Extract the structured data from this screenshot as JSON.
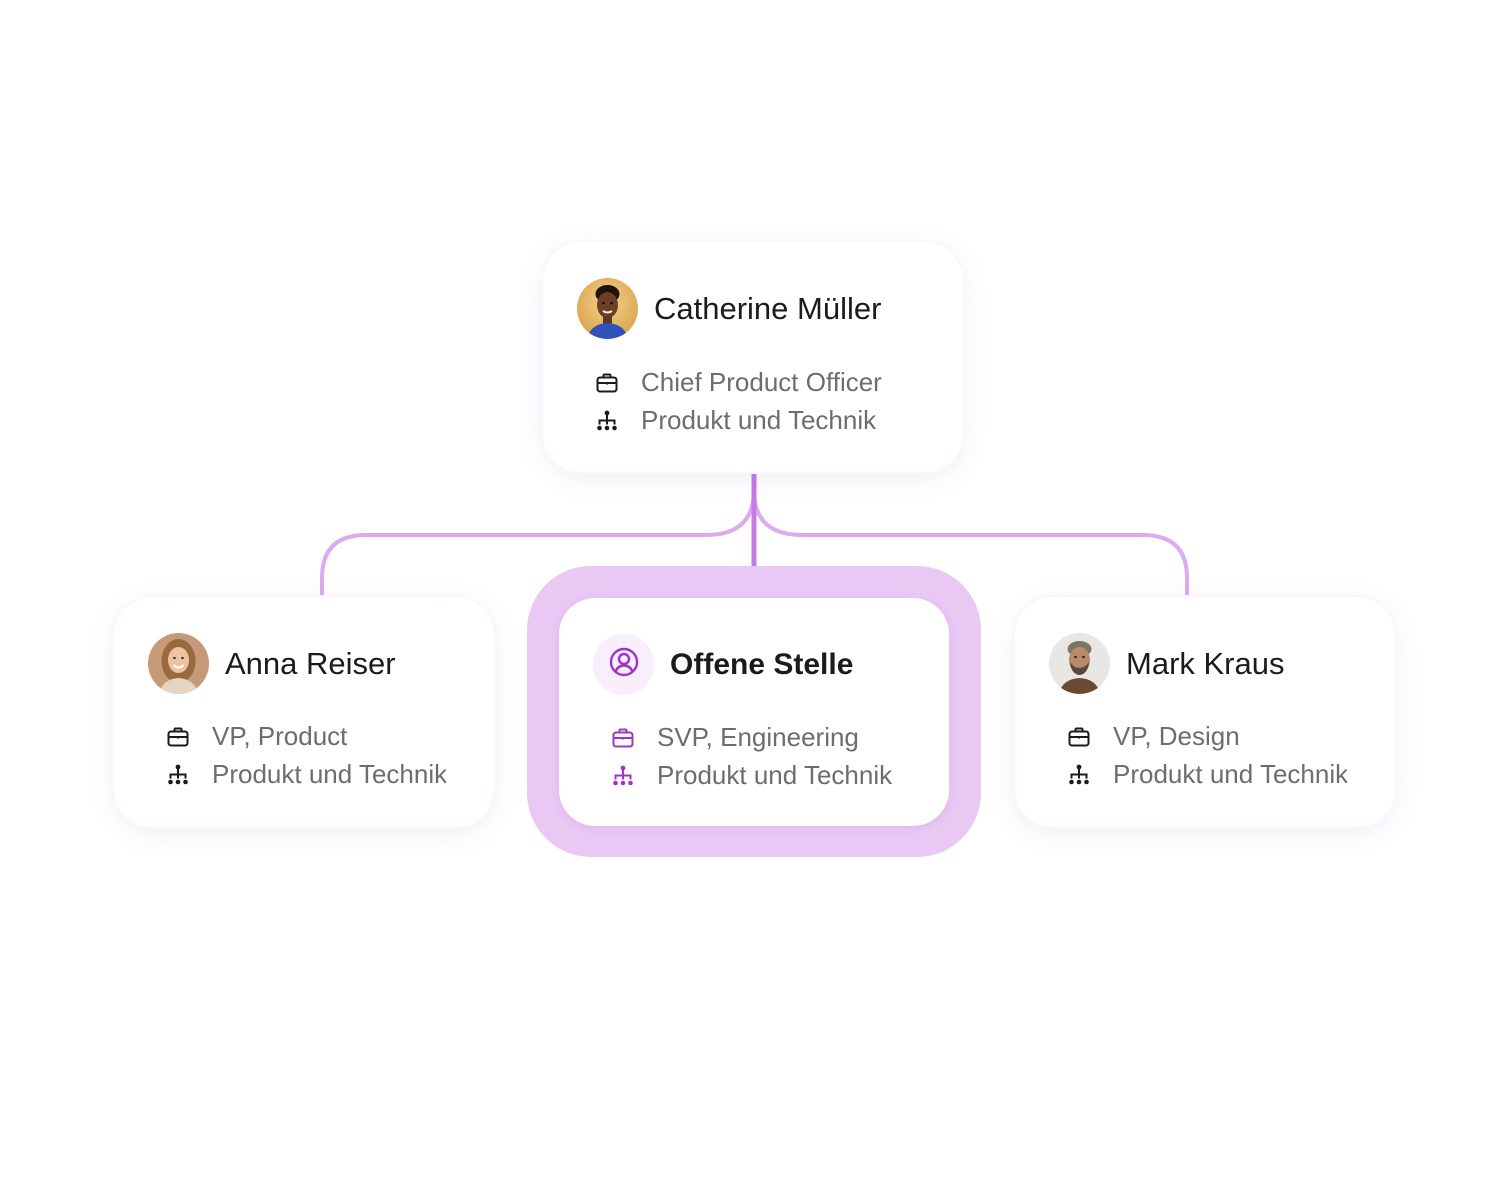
{
  "colors": {
    "accent": "#a034c8",
    "connector": "#dcaaf0",
    "halo": "#e9c9f4",
    "text_primary": "#1b1b1f",
    "text_secondary": "#6c6c72"
  },
  "root": {
    "name": "Catherine Müller",
    "title": "Chief Product Officer",
    "department": "Produkt und Technik",
    "avatar": "avatar-catherine",
    "title_icon": "briefcase-icon",
    "department_icon": "org-chart-icon"
  },
  "reports": [
    {
      "name": "Anna Reiser",
      "title": "VP, Product",
      "department": "Produkt und Technik",
      "avatar": "avatar-anna",
      "title_icon": "briefcase-icon",
      "department_icon": "org-chart-icon"
    },
    {
      "name": "Offene Stelle",
      "title": "SVP, Engineering",
      "department": "Produkt und Technik",
      "avatar": "open-position-icon",
      "title_icon": "briefcase-icon",
      "department_icon": "org-chart-icon",
      "highlighted": true
    },
    {
      "name": "Mark Kraus",
      "title": "VP, Design",
      "department": "Produkt und Technik",
      "avatar": "avatar-mark",
      "title_icon": "briefcase-icon",
      "department_icon": "org-chart-icon"
    }
  ]
}
